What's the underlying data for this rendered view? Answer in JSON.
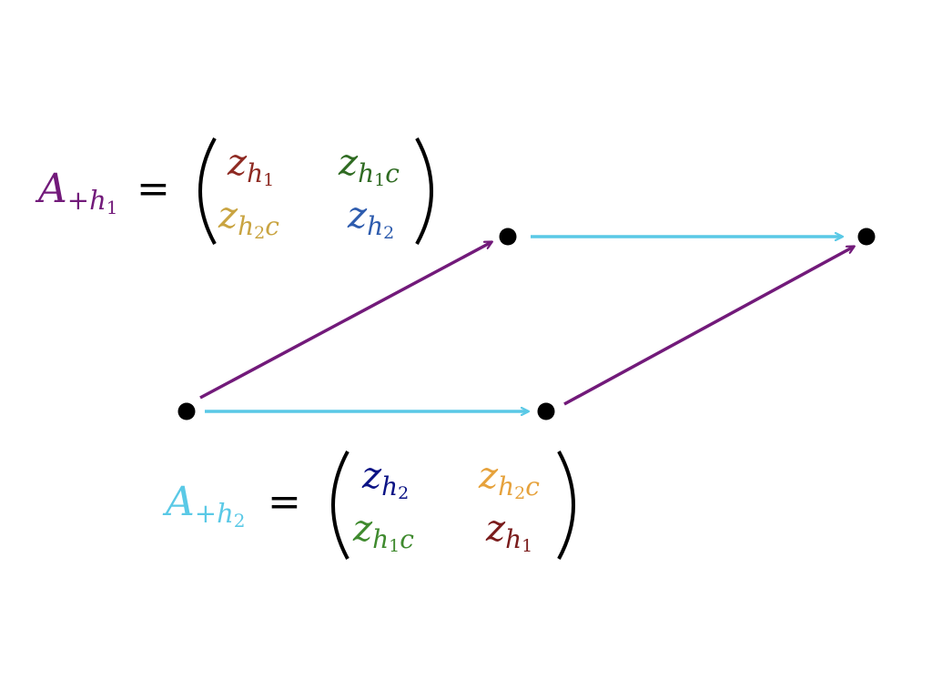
{
  "colors": {
    "purple": "#721a7a",
    "sky": "#5ac9e6",
    "black": "#000000",
    "red": "#8e2a22",
    "green": "#2f6b22",
    "gold": "#c9a441",
    "blue": "#2e5cae",
    "navy": "#0b1385",
    "orange": "#e6a23c",
    "green2": "#3f8a2e",
    "red2": "#7a1c1c"
  },
  "equation_top": {
    "lhs": {
      "base": "A",
      "sub_op": "+",
      "sub_var": "h",
      "sub_idx": "1"
    },
    "equals": "=",
    "matrix": [
      [
        {
          "base": "z",
          "sub_var": "h",
          "sub_idx": "1",
          "suffix": ""
        },
        {
          "base": "z",
          "sub_var": "h",
          "sub_idx": "1",
          "suffix": "c"
        }
      ],
      [
        {
          "base": "z",
          "sub_var": "h",
          "sub_idx": "2",
          "suffix": "c"
        },
        {
          "base": "z",
          "sub_var": "h",
          "sub_idx": "2",
          "suffix": ""
        }
      ]
    ]
  },
  "equation_bottom": {
    "lhs": {
      "base": "A",
      "sub_op": "+",
      "sub_var": "h",
      "sub_idx": "2"
    },
    "equals": "=",
    "matrix": [
      [
        {
          "base": "z",
          "sub_var": "h",
          "sub_idx": "2",
          "suffix": ""
        },
        {
          "base": "z",
          "sub_var": "h",
          "sub_idx": "2",
          "suffix": "c"
        }
      ],
      [
        {
          "base": "z",
          "sub_var": "h",
          "sub_idx": "1",
          "suffix": "c"
        },
        {
          "base": "z",
          "sub_var": "h",
          "sub_idx": "1",
          "suffix": ""
        }
      ]
    ]
  }
}
